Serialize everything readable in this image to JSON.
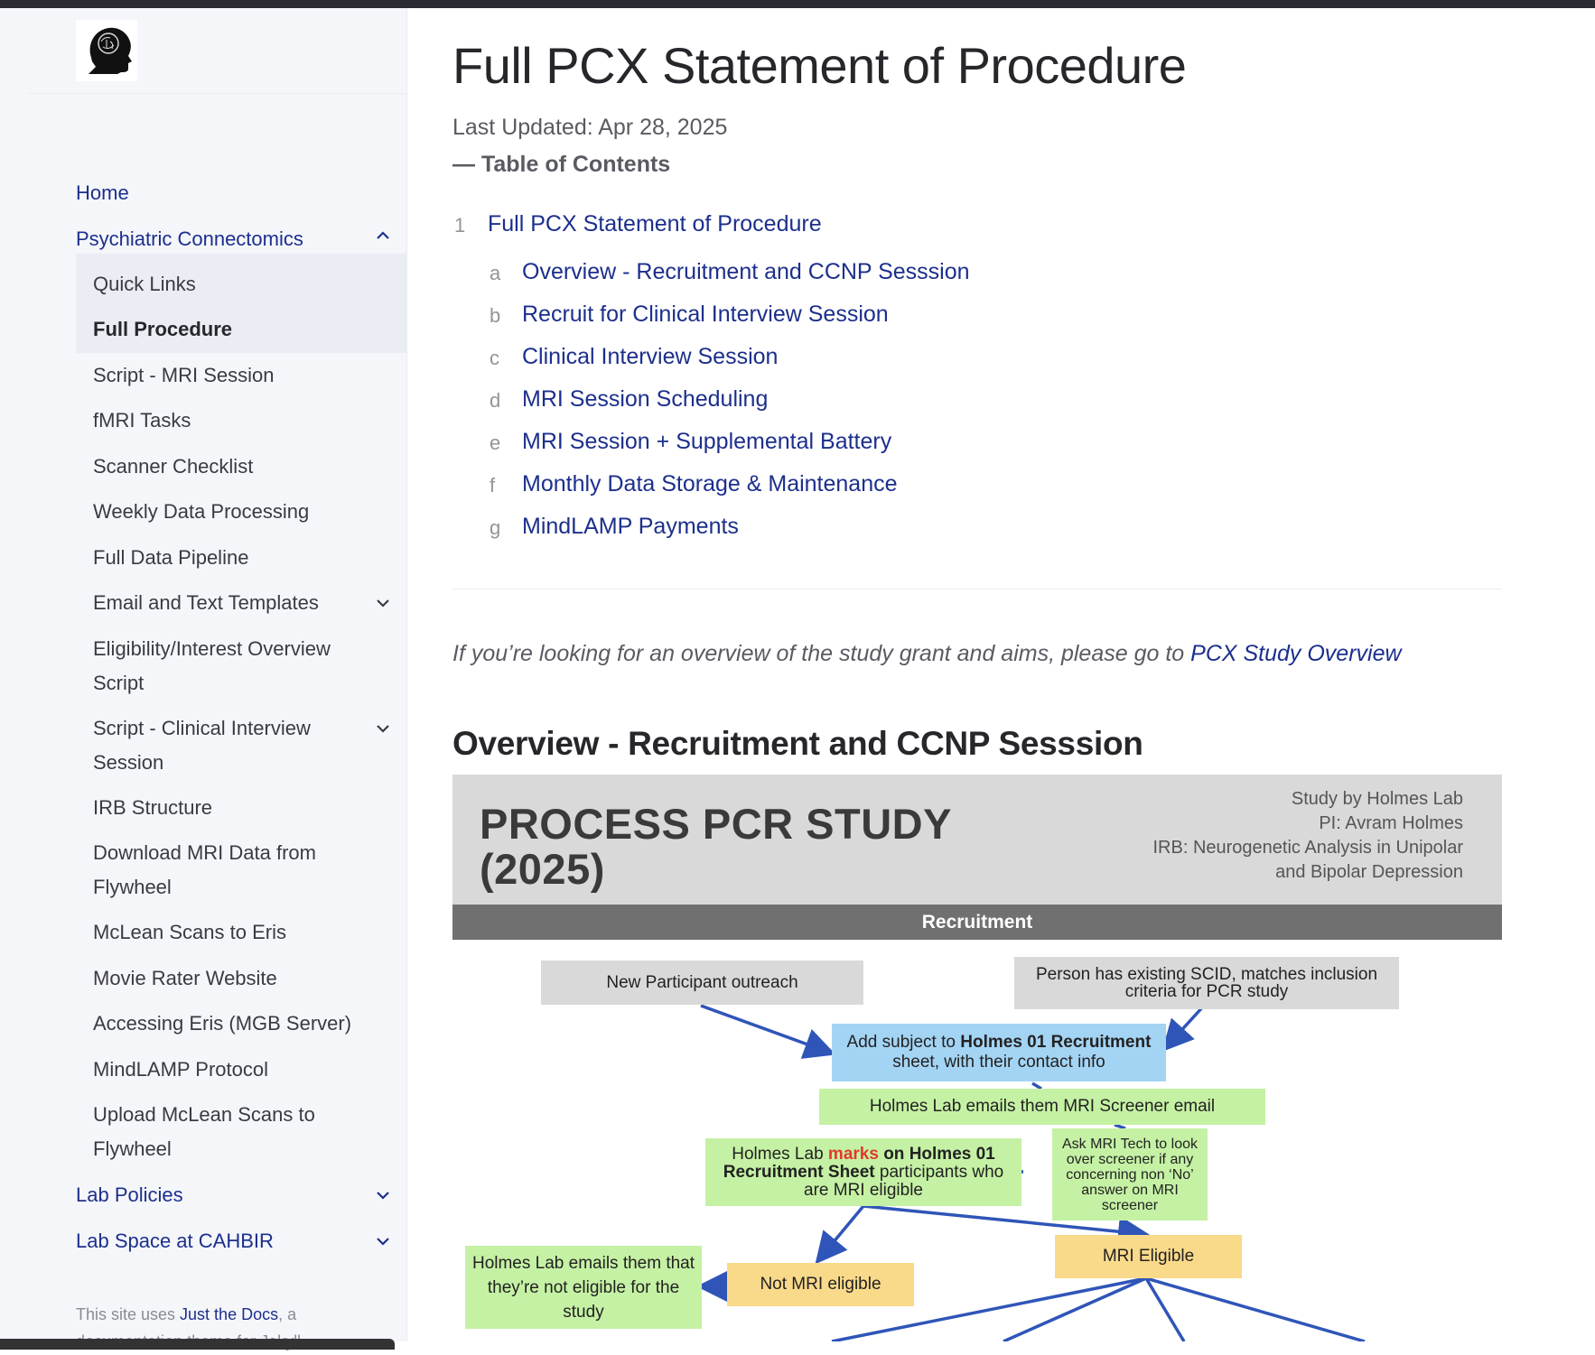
{
  "sidebar": {
    "logo_icon": "brain-head-logo-icon",
    "items": [
      {
        "label": "Home",
        "level": "top"
      },
      {
        "label": "Psychiatric Connectomics",
        "level": "top",
        "expanded": true
      },
      {
        "label": "Quick Links",
        "level": "sub"
      },
      {
        "label": "Full Procedure",
        "level": "sub",
        "active": true
      },
      {
        "label": "Script - MRI Session",
        "level": "sub"
      },
      {
        "label": "fMRI Tasks",
        "level": "sub"
      },
      {
        "label": "Scanner Checklist",
        "level": "sub"
      },
      {
        "label": "Weekly Data Processing",
        "level": "sub"
      },
      {
        "label": "Full Data Pipeline",
        "level": "sub"
      },
      {
        "label": "Email and Text Templates",
        "level": "sub"
      },
      {
        "label": "Eligibility/Interest Overview",
        "label2": "Script",
        "level": "sub"
      },
      {
        "label": "Script - Clinical Interview",
        "label2": "Session",
        "level": "sub"
      },
      {
        "label": "IRB Structure",
        "level": "sub"
      },
      {
        "label": "Download MRI Data from",
        "label2": "Flywheel",
        "level": "sub"
      },
      {
        "label": "McLean Scans to Eris",
        "level": "sub"
      },
      {
        "label": "Movie Rater Website",
        "level": "sub"
      },
      {
        "label": "Accessing Eris (MGB Server)",
        "level": "sub"
      },
      {
        "label": "MindLAMP Protocol",
        "level": "sub"
      },
      {
        "label": "Upload McLean Scans to",
        "label2": "Flywheel",
        "level": "sub"
      },
      {
        "label": "Lab Policies",
        "level": "top"
      },
      {
        "label": "Lab Space at CAHBIR",
        "level": "top"
      }
    ],
    "footer": {
      "prefix": "This site uses ",
      "link": "Just the Docs",
      "suffix": ", a",
      "line2": "documentation theme for Jekyll."
    }
  },
  "main": {
    "title": "Full PCX Statement of Procedure",
    "last_updated": "Last Updated: Apr 28, 2025",
    "toc_label": "— Table of Contents",
    "toc": {
      "num": "1",
      "label": "Full PCX Statement of Procedure",
      "children": [
        {
          "letter": "a",
          "label": "Overview - Recruitment and CCNP Sesssion"
        },
        {
          "letter": "b",
          "label": "Recruit for Clinical Interview Session"
        },
        {
          "letter": "c",
          "label": "Clinical Interview Session"
        },
        {
          "letter": "d",
          "label": "MRI Session Scheduling"
        },
        {
          "letter": "e",
          "label": "MRI Session + Supplemental Battery"
        },
        {
          "letter": "f",
          "label": "Monthly Data Storage & Maintenance"
        },
        {
          "letter": "g",
          "label": "MindLAMP Payments"
        }
      ]
    },
    "intro_text": "If you’re looking for an overview of the study grant and aims, please go to ",
    "intro_link": "PCX Study Overview",
    "section_heading": "Overview - Recruitment and CCNP Sesssion"
  },
  "flowchart": {
    "title_line1": "PROCESS PCR STUDY",
    "title_line2": "(2025)",
    "meta": [
      "Study by Holmes Lab",
      "PI: Avram Holmes",
      "IRB: Neurogenetic Analysis in Unipolar",
      "and Bipolar Depression"
    ],
    "band": "Recruitment",
    "boxes": {
      "outreach": "New Participant outreach",
      "existing": "Person has existing SCID, matches inclusion criteria for PCR study",
      "add_prefix": "Add subject to ",
      "add_bold": "Holmes 01 Recruitment",
      "add_suffix": " sheet, with their contact info",
      "screener_email": "Holmes Lab emails them MRI Screener email",
      "marks_prefix": "Holmes Lab ",
      "marks_red": "marks",
      "marks_bold": " on Holmes 01 Recruitment Sheet",
      "marks_suffix": " participants who are MRI eligible",
      "ask_tech": "Ask MRI Tech to look over screener if any concerning non ‘No’ answer on MRI screener",
      "mri_eligible": "MRI Eligible",
      "not_eligible": "Not MRI eligible",
      "not_eligible_email": "Holmes Lab emails them that they’re not eligible for the study"
    },
    "colors": {
      "grey": "#d9d9d9",
      "blue": "#a4d4f4",
      "green": "#c5f1a4",
      "yellow": "#f9d98a",
      "arrow": "#2f55b8"
    }
  }
}
